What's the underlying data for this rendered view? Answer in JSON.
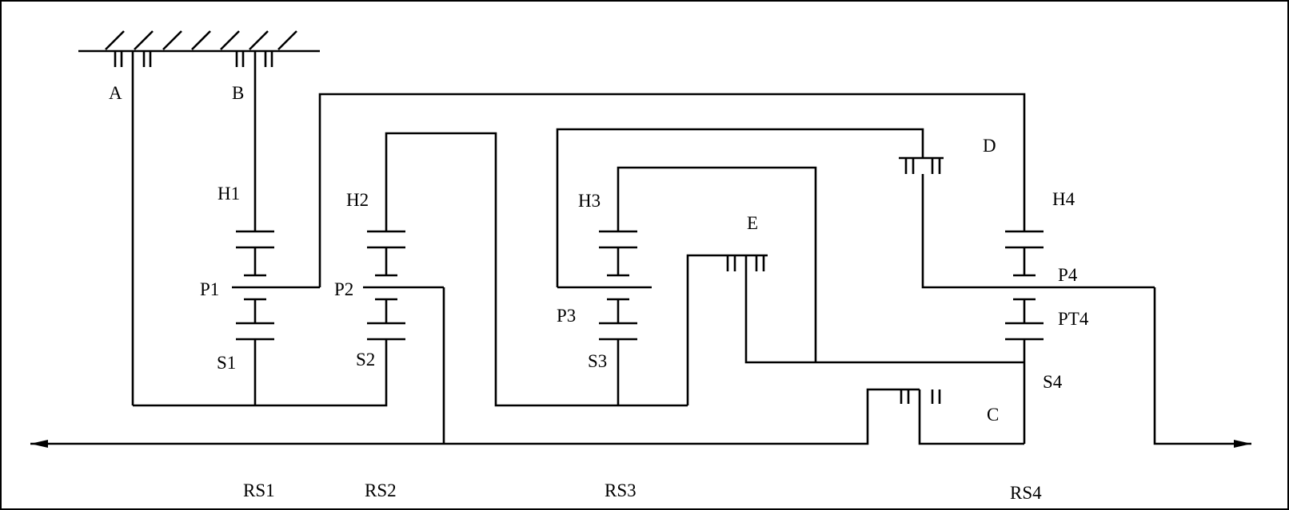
{
  "ground_labels": {
    "a": "A",
    "b": "B"
  },
  "brake_labels": {
    "c": "C",
    "d": "D",
    "e": "E"
  },
  "gearsets": [
    {
      "ring": "H1",
      "planet": "P1",
      "sun": "S1",
      "set": "RS1"
    },
    {
      "ring": "H2",
      "planet": "P2",
      "sun": "S2",
      "set": "RS2"
    },
    {
      "ring": "H3",
      "planet": "P3",
      "sun": "S3",
      "set": "RS3"
    },
    {
      "ring": "H4",
      "planet": "P4",
      "planet2": "PT4",
      "sun": "S4",
      "set": "RS4"
    }
  ],
  "colors": {
    "line": "#000000",
    "background": "#ffffff"
  }
}
